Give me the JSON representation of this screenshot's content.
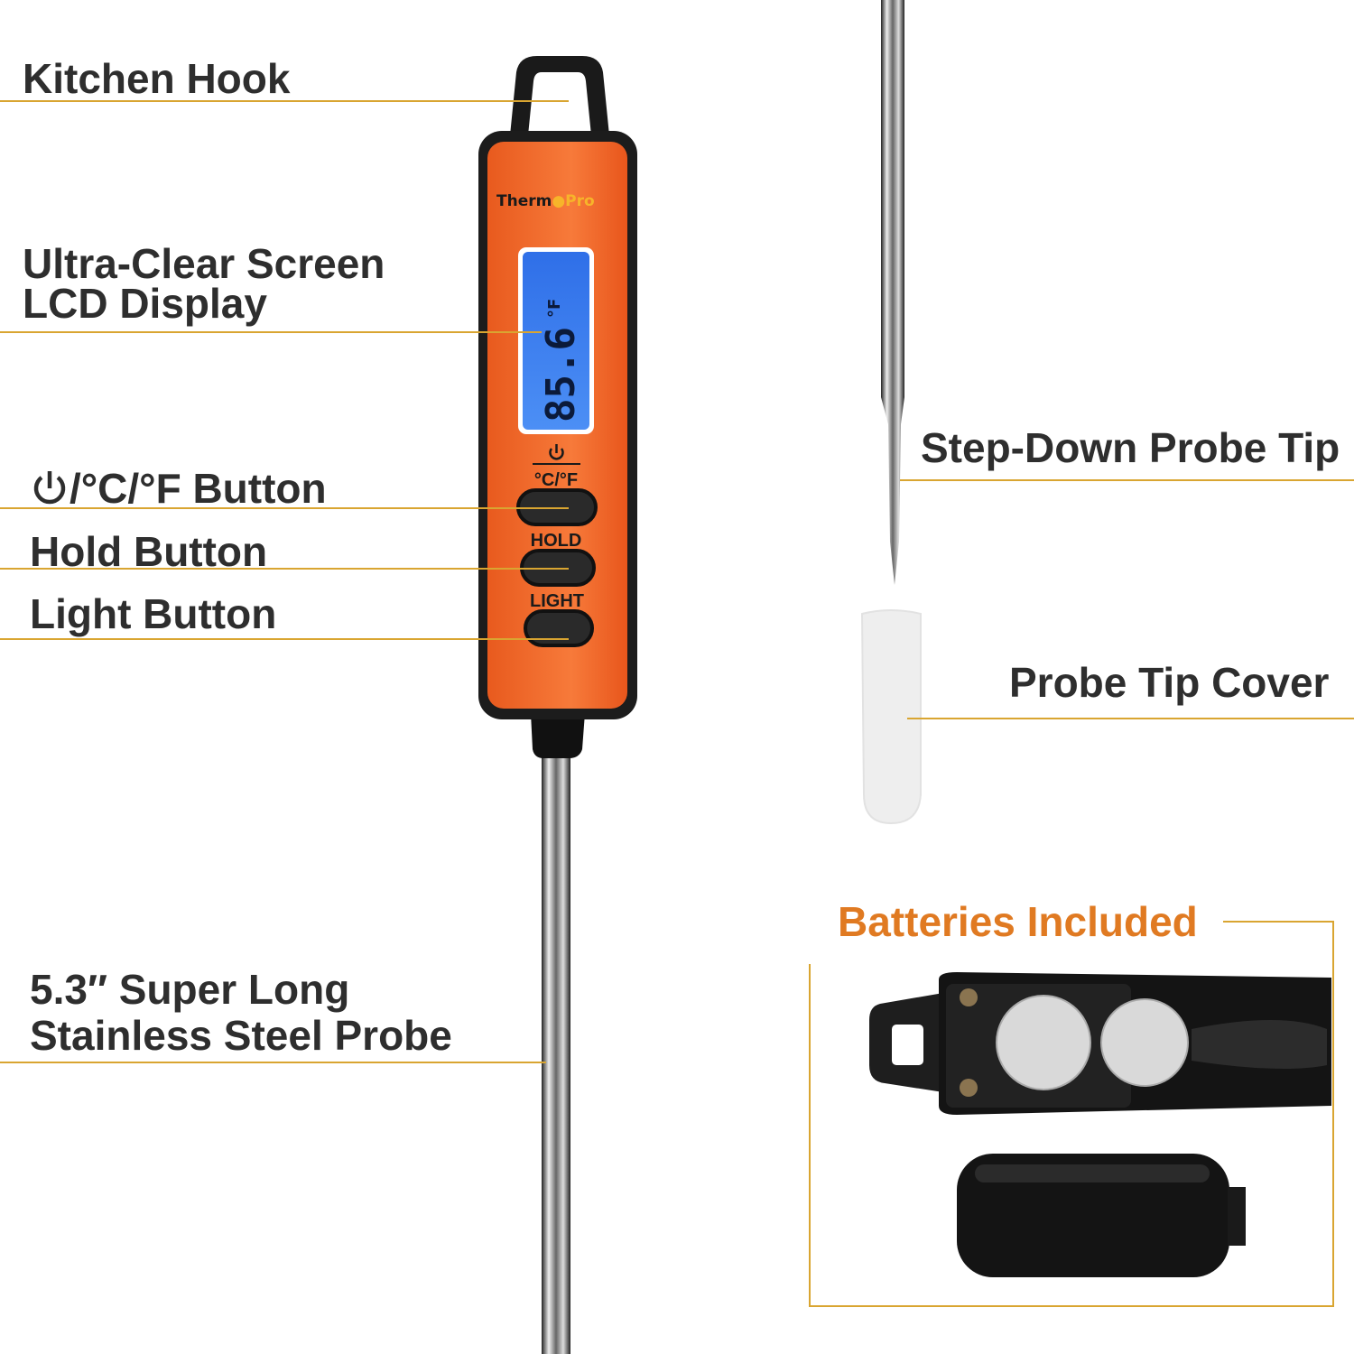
{
  "colors": {
    "label_text": "#2e2e2e",
    "leader_line": "#d9a531",
    "accent_orange": "#e07a22",
    "body_orange": "#f26a2a",
    "lcd_blue": "#3b7ff0"
  },
  "labels": {
    "kitchen_hook": "Kitchen Hook",
    "screen_line1": "Ultra-Clear Screen",
    "screen_line2": "LCD Display",
    "power_button": "/°C/°F Button",
    "power_icon": "power-icon",
    "hold_button": "Hold Button",
    "light_button": "Light Button",
    "probe_line1": "5.3″  Super Long",
    "probe_line2": "Stainless Steel Probe",
    "probe_tip": "Step-Down Probe Tip",
    "tip_cover": "Probe Tip Cover",
    "batteries": "Batteries Included"
  },
  "device": {
    "brand_a": "Therm",
    "brand_b": "Pro",
    "lcd_reading": "85.6",
    "lcd_unit": "°F",
    "btn1_label": "°C/°F",
    "btn2_label": "HOLD",
    "btn3_label": "LIGHT"
  }
}
